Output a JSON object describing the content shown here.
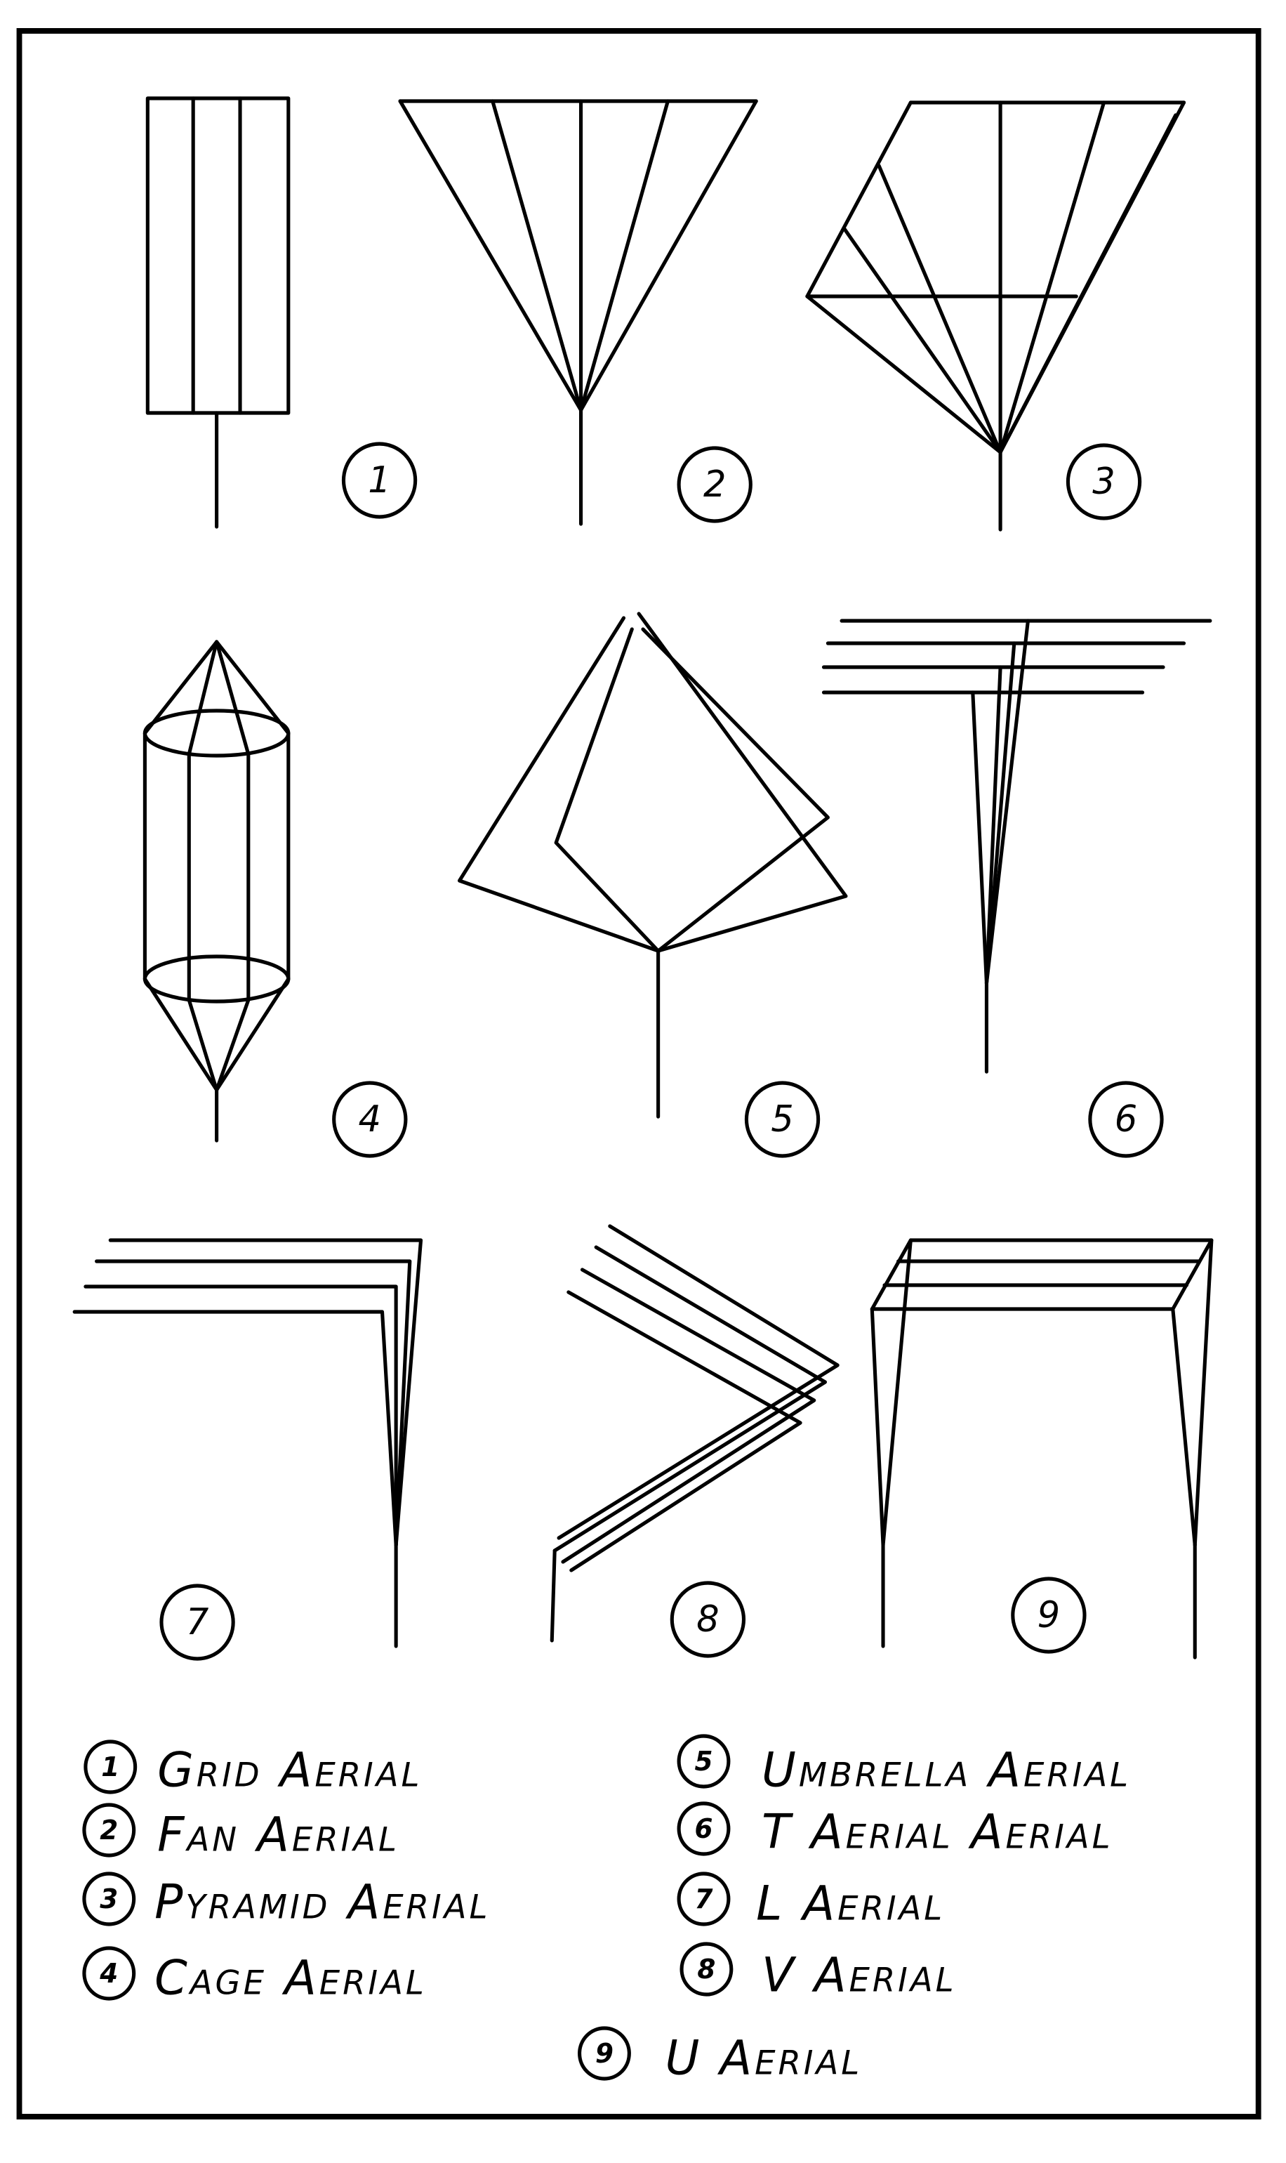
{
  "figures": [
    {
      "number": "1",
      "type": "grid"
    },
    {
      "number": "2",
      "type": "fan"
    },
    {
      "number": "3",
      "type": "pyramid"
    },
    {
      "number": "4",
      "type": "cage"
    },
    {
      "number": "5",
      "type": "umbrella"
    },
    {
      "number": "6",
      "type": "T"
    },
    {
      "number": "7",
      "type": "L"
    },
    {
      "number": "8",
      "type": "V"
    },
    {
      "number": "9",
      "type": "U"
    }
  ],
  "legend": [
    {
      "number": "1",
      "label": "Grid Aerial"
    },
    {
      "number": "2",
      "label": "Fan Aerial"
    },
    {
      "number": "3",
      "label": "Pyramid Aerial"
    },
    {
      "number": "4",
      "label": "Cage Aerial"
    },
    {
      "number": "5",
      "label": "Umbrella Aerial"
    },
    {
      "number": "6",
      "label": "T Aerial Aerial"
    },
    {
      "number": "7",
      "label": "L Aerial"
    },
    {
      "number": "8",
      "label": "V Aerial"
    },
    {
      "number": "9",
      "label": "U Aerial"
    }
  ]
}
